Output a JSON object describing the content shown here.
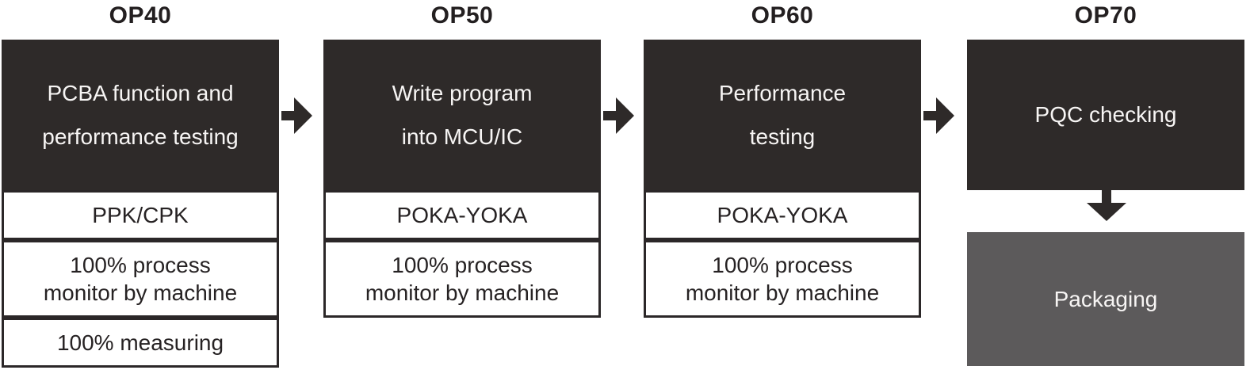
{
  "diagram": {
    "columns": [
      {
        "header": "OP40",
        "main_lines": [
          "PCBA function and",
          "performance testing"
        ],
        "sub_boxes": [
          [
            "PPK/CPK"
          ],
          [
            "100% process",
            "monitor by machine"
          ],
          [
            "100% measuring"
          ]
        ]
      },
      {
        "header": "OP50",
        "main_lines": [
          "Write program",
          "into MCU/IC"
        ],
        "sub_boxes": [
          [
            "POKA-YOKA"
          ],
          [
            "100% process",
            "monitor by machine"
          ]
        ]
      },
      {
        "header": "OP60",
        "main_lines": [
          "Performance",
          "testing"
        ],
        "sub_boxes": [
          [
            "POKA-YOKA"
          ],
          [
            "100% process",
            "monitor by machine"
          ]
        ]
      },
      {
        "header": "OP70",
        "main_lines": [
          "PQC checking"
        ],
        "secondary_box": "Packaging"
      }
    ],
    "colors": {
      "process_box": "#2e2a29",
      "packaging_box": "#5c5a5b",
      "box_border": "#2b2728",
      "text_dark": "#231f20",
      "text_light": "#f7f5f4",
      "background": "#ffffff"
    }
  }
}
